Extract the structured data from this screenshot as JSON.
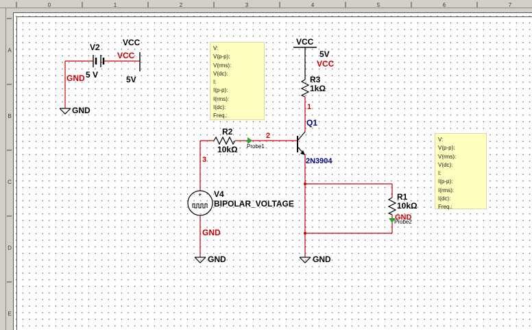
{
  "ruler": {
    "columns": [
      "0",
      "1",
      "2",
      "3",
      "4",
      "5",
      "6",
      "7"
    ],
    "rows": [
      "A",
      "B",
      "C",
      "D",
      "E"
    ]
  },
  "components": {
    "v2": {
      "ref": "V2",
      "value": "5 V",
      "net_vcc": "VCC",
      "net_gnd": "GND",
      "vcc_label": "VCC",
      "vcc_value": "5V",
      "gnd_label": "GND"
    },
    "vcc_top": {
      "label": "VCC",
      "value": "5V",
      "net": "VCC"
    },
    "r3": {
      "ref": "R3",
      "value": "1kΩ"
    },
    "q1": {
      "ref": "Q1",
      "model": "2N3904"
    },
    "r2": {
      "ref": "R2",
      "value": "10kΩ"
    },
    "v4": {
      "ref": "V4",
      "value": "BIPOLAR_VOLTAGE",
      "net_gnd": "GND",
      "gnd_label": "GND"
    },
    "r1": {
      "ref": "R1",
      "value": "10kΩ",
      "net": "GND"
    },
    "gnd_q1": {
      "label": "GND"
    }
  },
  "nets": {
    "n1": "1",
    "n2": "2",
    "n3": "3"
  },
  "probes": {
    "probe1": "Probe1",
    "probe2": "Probe2"
  },
  "probe_cards": [
    {
      "lines": [
        "V:",
        "V(p-p):",
        "V(rms):",
        "V(dc):",
        "I:",
        "I(p-p):",
        "I(rms):",
        "I(dc):",
        "Freq.:"
      ]
    },
    {
      "lines": [
        "V:",
        "V(p-p):",
        "V(rms):",
        "V(dc):",
        "I:",
        "I(p-p):",
        "I(rms):",
        "I(dc):",
        "Freq.:"
      ]
    }
  ],
  "colors": {
    "wire_red": "#cc0000",
    "wire_black": "#000000",
    "label_blue": "#00008b",
    "probe_green": "#22aa22",
    "card_fill": "#ffffc0"
  }
}
